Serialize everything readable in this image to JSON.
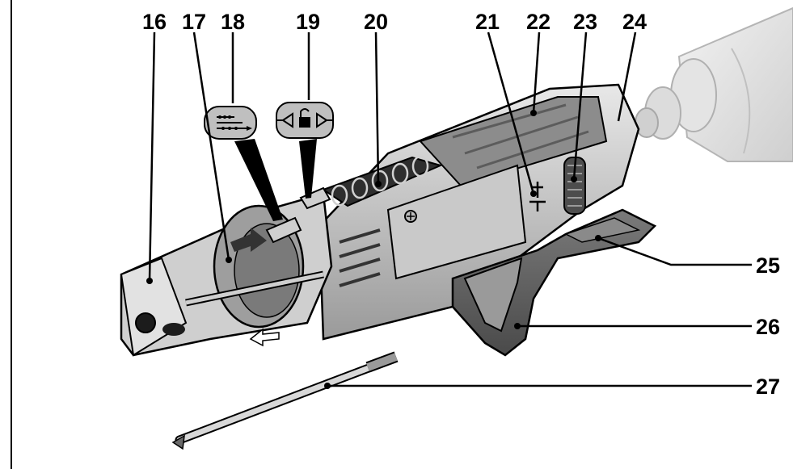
{
  "callouts": [
    "16",
    "17",
    "18",
    "19",
    "20",
    "21",
    "22",
    "23",
    "24",
    "25",
    "26",
    "27"
  ],
  "icons": {
    "18": "screw-strip-feed-symbol",
    "19": "lock-unlock-symbol"
  },
  "colors": {
    "line": "#000000",
    "body_light": "#d9d9d9",
    "body_mid": "#a8a8a8",
    "body_dark": "#6e6e6e",
    "grip_dark": "#5a5a5a",
    "background": "#ffffff"
  }
}
